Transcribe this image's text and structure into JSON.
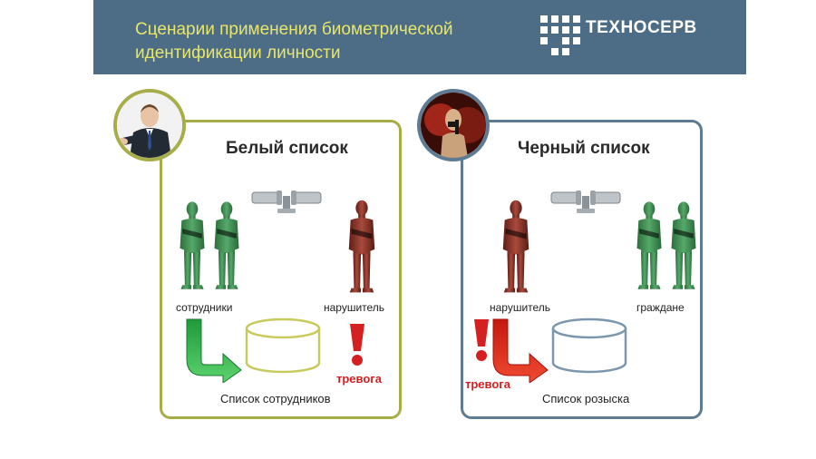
{
  "header": {
    "title_line1": "Сценарии применения биометрической",
    "title_line2": "идентификации личности",
    "logo_text": "ТЕХНОСЕРВ"
  },
  "white_list": {
    "title": "Белый список",
    "employees_label": "сотрудники",
    "intruder_label": "нарушитель",
    "alarm_label": "тревога",
    "database_label": "Список сотрудников"
  },
  "black_list": {
    "title": "Черный список",
    "intruder_label": "нарушитель",
    "citizens_label": "граждане",
    "alarm_label": "тревога",
    "database_label": "Список розыска"
  },
  "colors": {
    "header_bg": "#4d6d87",
    "title_text": "#e8e66a",
    "white_border": "#a7ad48",
    "black_border": "#5d7b93",
    "friendly_figure": "#3d8f52",
    "intruder_figure": "#8a2f24",
    "alarm": "#d42020",
    "arrow_green": "#2fae4a",
    "arrow_red": "#e02a1a"
  }
}
